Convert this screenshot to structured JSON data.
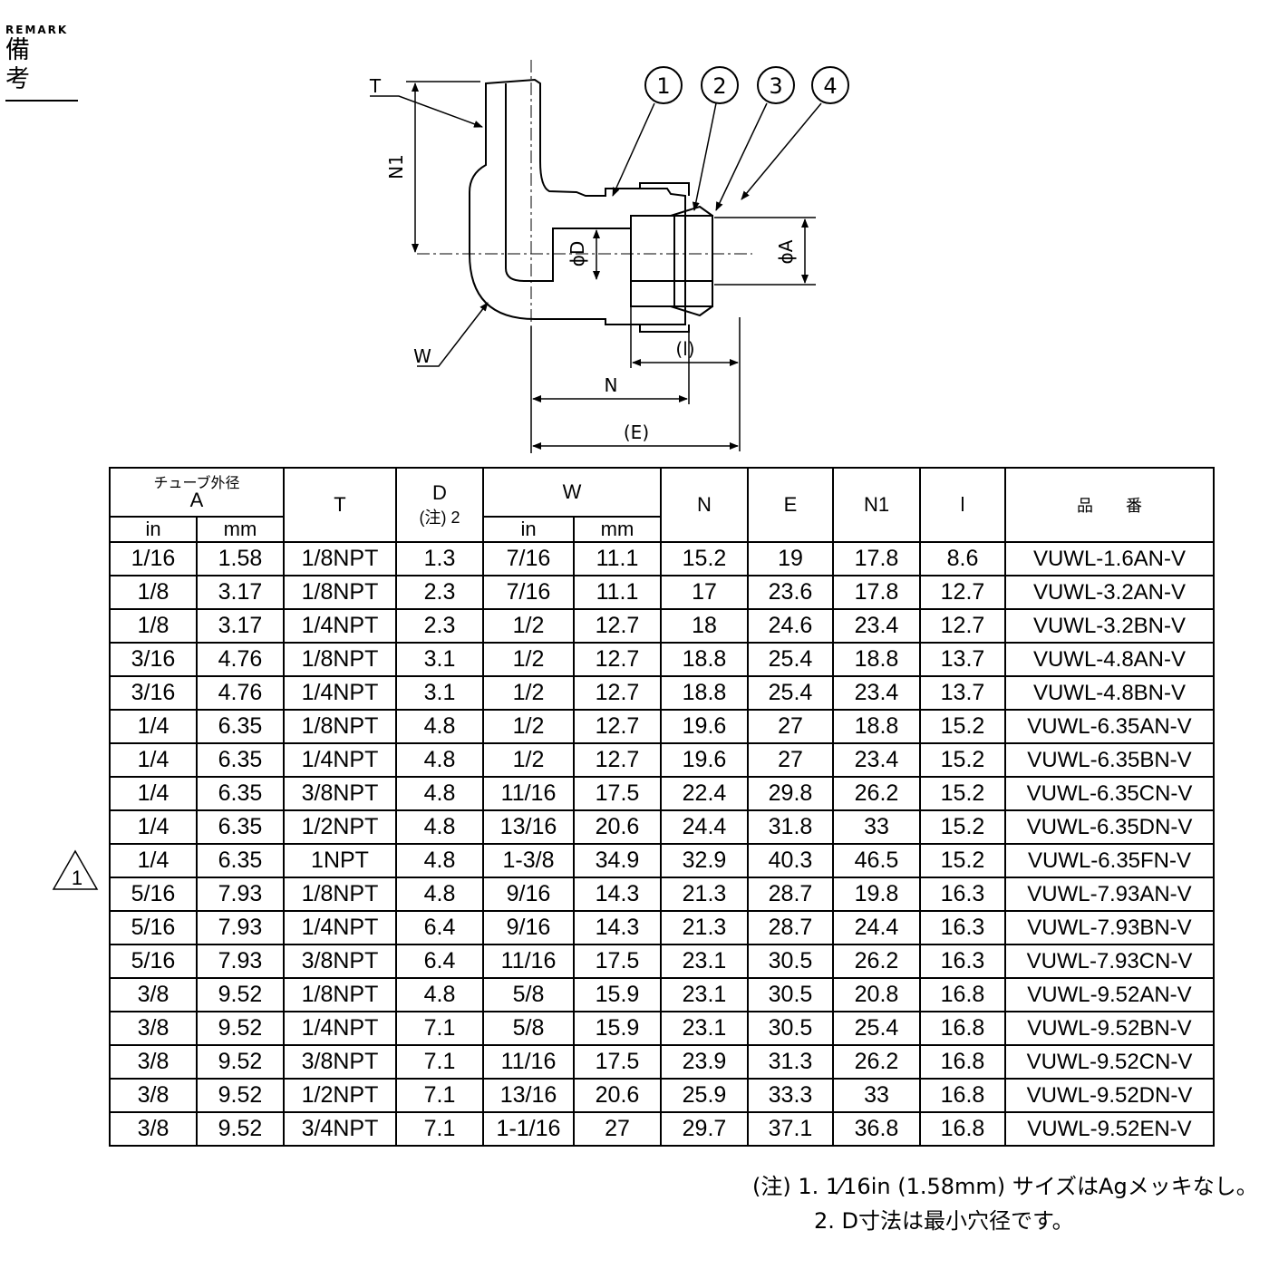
{
  "remark": {
    "en": "REMARK",
    "jp": "備 考"
  },
  "drawing": {
    "callouts": [
      "1",
      "2",
      "3",
      "4"
    ],
    "labels": {
      "T": "T",
      "N1": "N1",
      "D": "ϕD",
      "A": "ϕA",
      "W": "W",
      "l": "(l)",
      "N": "N",
      "E": "(E)"
    }
  },
  "table": {
    "headers": {
      "tube_od": "チューブ外径",
      "a": "A",
      "t": "T",
      "d": "D",
      "d_note": "(注) 2",
      "w": "W",
      "in": "in",
      "mm": "mm",
      "n": "N",
      "e": "E",
      "n1": "N1",
      "l": "l",
      "part_no": "品　　番"
    },
    "rows": [
      [
        "1/16",
        "1.58",
        "1/8NPT",
        "1.3",
        "7/16",
        "11.1",
        "15.2",
        "19",
        "17.8",
        "8.6",
        "VUWL-1.6AN-V"
      ],
      [
        "1/8",
        "3.17",
        "1/8NPT",
        "2.3",
        "7/16",
        "11.1",
        "17",
        "23.6",
        "17.8",
        "12.7",
        "VUWL-3.2AN-V"
      ],
      [
        "1/8",
        "3.17",
        "1/4NPT",
        "2.3",
        "1/2",
        "12.7",
        "18",
        "24.6",
        "23.4",
        "12.7",
        "VUWL-3.2BN-V"
      ],
      [
        "3/16",
        "4.76",
        "1/8NPT",
        "3.1",
        "1/2",
        "12.7",
        "18.8",
        "25.4",
        "18.8",
        "13.7",
        "VUWL-4.8AN-V"
      ],
      [
        "3/16",
        "4.76",
        "1/4NPT",
        "3.1",
        "1/2",
        "12.7",
        "18.8",
        "25.4",
        "23.4",
        "13.7",
        "VUWL-4.8BN-V"
      ],
      [
        "1/4",
        "6.35",
        "1/8NPT",
        "4.8",
        "1/2",
        "12.7",
        "19.6",
        "27",
        "18.8",
        "15.2",
        "VUWL-6.35AN-V"
      ],
      [
        "1/4",
        "6.35",
        "1/4NPT",
        "4.8",
        "1/2",
        "12.7",
        "19.6",
        "27",
        "23.4",
        "15.2",
        "VUWL-6.35BN-V"
      ],
      [
        "1/4",
        "6.35",
        "3/8NPT",
        "4.8",
        "11/16",
        "17.5",
        "22.4",
        "29.8",
        "26.2",
        "15.2",
        "VUWL-6.35CN-V"
      ],
      [
        "1/4",
        "6.35",
        "1/2NPT",
        "4.8",
        "13/16",
        "20.6",
        "24.4",
        "31.8",
        "33",
        "15.2",
        "VUWL-6.35DN-V"
      ],
      [
        "1/4",
        "6.35",
        "1NPT",
        "4.8",
        "1-3/8",
        "34.9",
        "32.9",
        "40.3",
        "46.5",
        "15.2",
        "VUWL-6.35FN-V"
      ],
      [
        "5/16",
        "7.93",
        "1/8NPT",
        "4.8",
        "9/16",
        "14.3",
        "21.3",
        "28.7",
        "19.8",
        "16.3",
        "VUWL-7.93AN-V"
      ],
      [
        "5/16",
        "7.93",
        "1/4NPT",
        "6.4",
        "9/16",
        "14.3",
        "21.3",
        "28.7",
        "24.4",
        "16.3",
        "VUWL-7.93BN-V"
      ],
      [
        "5/16",
        "7.93",
        "3/8NPT",
        "6.4",
        "11/16",
        "17.5",
        "23.1",
        "30.5",
        "26.2",
        "16.3",
        "VUWL-7.93CN-V"
      ],
      [
        "3/8",
        "9.52",
        "1/8NPT",
        "4.8",
        "5/8",
        "15.9",
        "23.1",
        "30.5",
        "20.8",
        "16.8",
        "VUWL-9.52AN-V"
      ],
      [
        "3/8",
        "9.52",
        "1/4NPT",
        "7.1",
        "5/8",
        "15.9",
        "23.1",
        "30.5",
        "25.4",
        "16.8",
        "VUWL-9.52BN-V"
      ],
      [
        "3/8",
        "9.52",
        "3/8NPT",
        "7.1",
        "11/16",
        "17.5",
        "23.9",
        "31.3",
        "26.2",
        "16.8",
        "VUWL-9.52CN-V"
      ],
      [
        "3/8",
        "9.52",
        "1/2NPT",
        "7.1",
        "13/16",
        "20.6",
        "25.9",
        "33.3",
        "33",
        "16.8",
        "VUWL-9.52DN-V"
      ],
      [
        "3/8",
        "9.52",
        "3/4NPT",
        "7.1",
        "1-1/16",
        "27",
        "29.7",
        "37.1",
        "36.8",
        "16.8",
        "VUWL-9.52EN-V"
      ]
    ]
  },
  "revision_mark": "1",
  "notes": [
    "(注) 1. 1⁄16in (1.58mm) サイズはAgメッキなし。",
    "2. D寸法は最小穴径です。"
  ]
}
